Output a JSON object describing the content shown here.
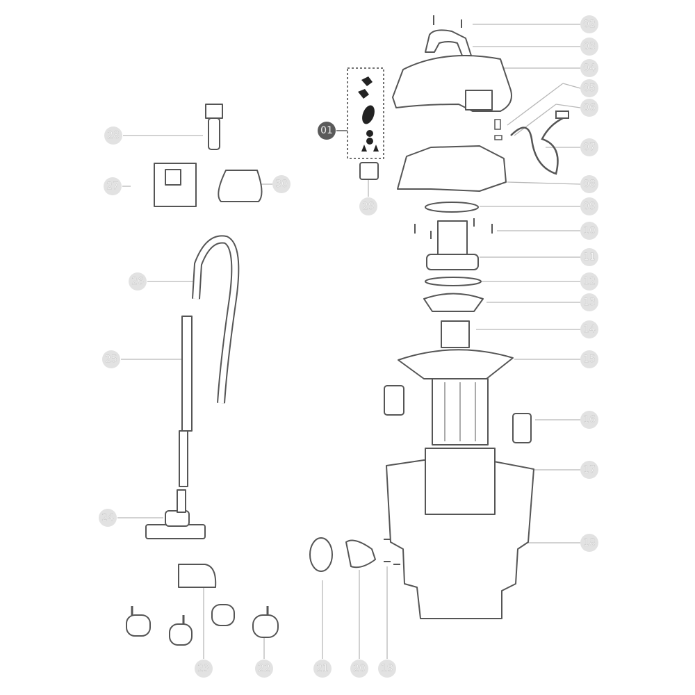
{
  "diagram": {
    "type": "exploded-parts-view",
    "callouts": [
      "01",
      "02",
      "03",
      "04",
      "05",
      "06",
      "07",
      "08",
      "09",
      "10",
      "11",
      "12",
      "13",
      "14",
      "15",
      "16",
      "17",
      "18",
      "19",
      "20",
      "21",
      "22",
      "23",
      "24",
      "25",
      "26",
      "27",
      "28",
      "29",
      "30"
    ],
    "highlighted_callout": "01",
    "colors": {
      "badge": "#e2e2e2",
      "badge_highlight": "#5a5a5a",
      "line": "#b8b8b8",
      "part_stroke": "#555555"
    }
  }
}
